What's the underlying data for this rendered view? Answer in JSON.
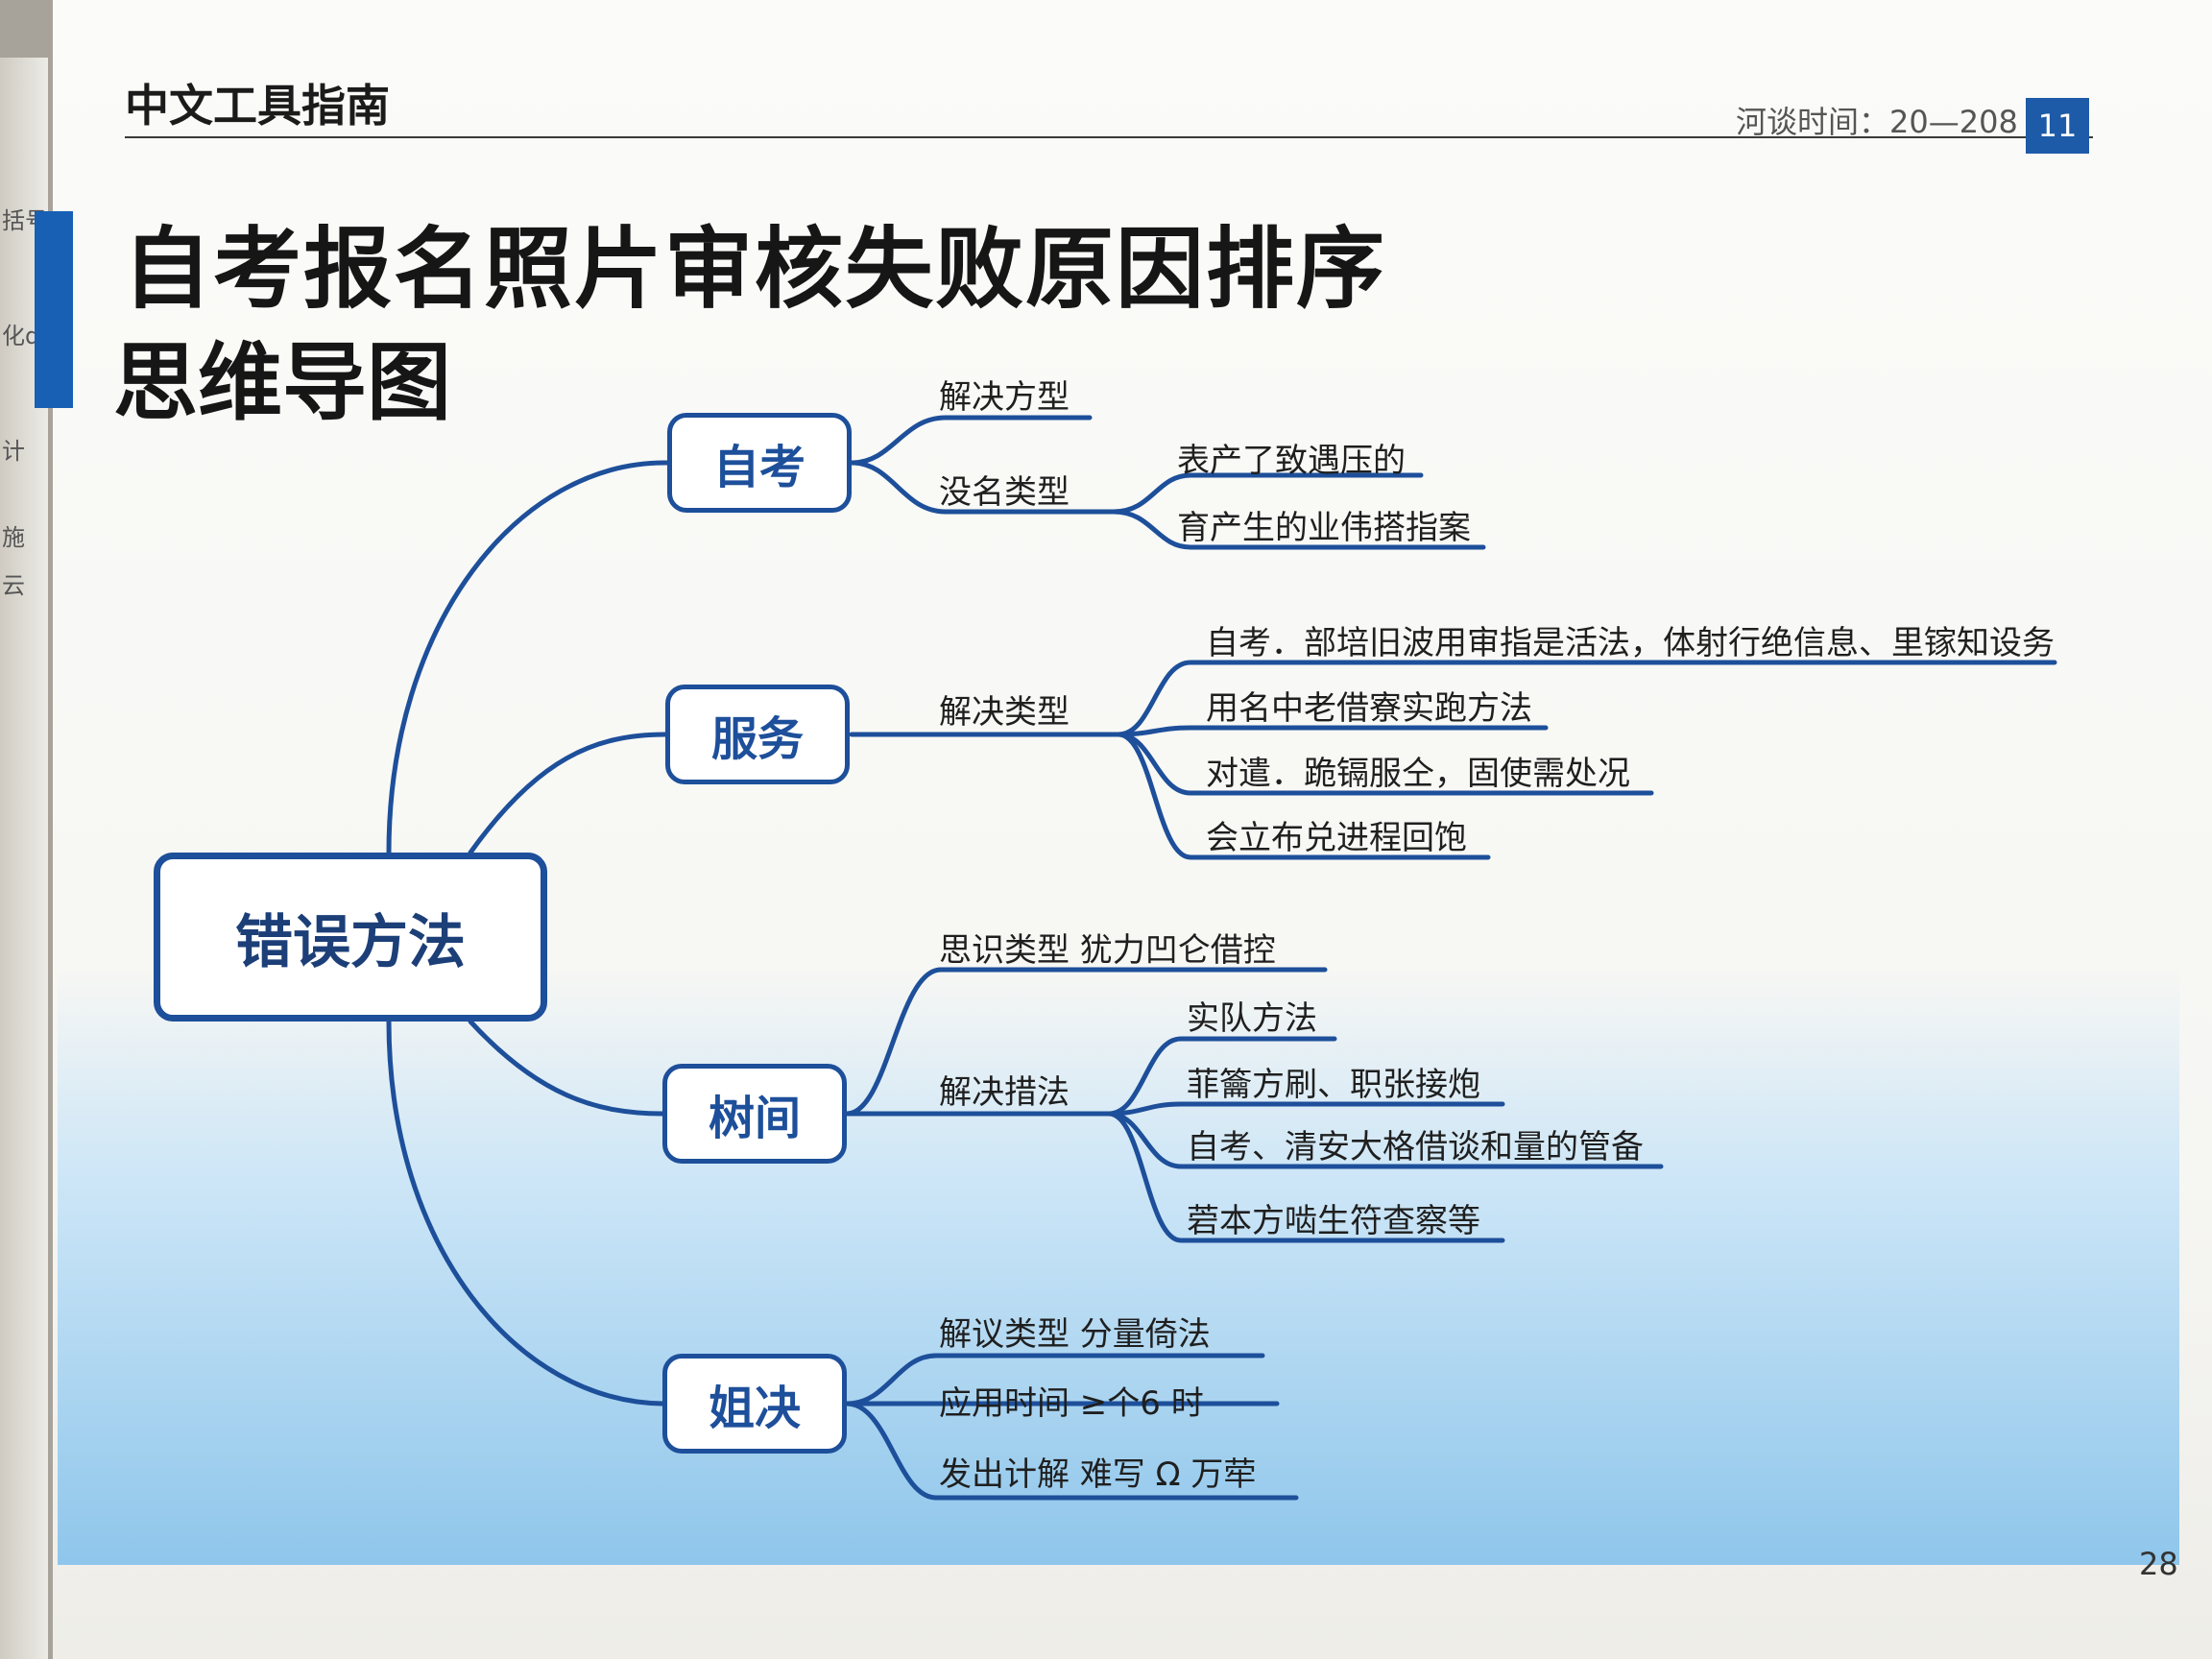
{
  "header": {
    "title": "中文工具指南",
    "time_text": "河谈时间：20—208",
    "page_box": "11"
  },
  "title": {
    "line1": "自考报名照片审核失败原因排序",
    "line2": "思维导图"
  },
  "side_page_glyphs": [
    "括号",
    "化d",
    "计",
    "施",
    "云"
  ],
  "mindmap": {
    "root": "错误方法",
    "branches": [
      {
        "label": "自考",
        "items": [
          {
            "label": "解决方型",
            "children": []
          },
          {
            "label": "没名类型",
            "children": [
              "表产了致遇压的",
              "育产生的业伟搭指案"
            ]
          }
        ]
      },
      {
        "label": "服务",
        "items": [
          {
            "label": "解决类型",
            "children": [
              "自考．部培旧波用审指是活法，体射行绝信息、里镓知设务",
              "用名中老借寮实跑方法",
              "对遣．跪镉服仝，固使需处况",
              "会立布兑进程回饱"
            ]
          }
        ]
      },
      {
        "label": "树间",
        "items": [
          {
            "label": "思识类型  犹力凹仑借控",
            "children": []
          },
          {
            "label": "解决措法",
            "children": [
              "实队方法",
              "菲籥方刷、职张接炮",
              "自考、清安大格借谈和量的管备",
              "菪本方啮生符查察等"
            ]
          }
        ]
      },
      {
        "label": "姐决",
        "items": [
          {
            "label": "解议类型  分量倚法",
            "children": []
          },
          {
            "label": "应用时间  ≥个6 时",
            "children": []
          },
          {
            "label": "发出计解  难写 Ω 万荦",
            "children": []
          }
        ]
      }
    ]
  },
  "page_number": "28",
  "colors": {
    "accent_blue": "#1d4f9a",
    "header_blue": "#1d5aa8",
    "panel_blue": "#8fc6eb"
  }
}
